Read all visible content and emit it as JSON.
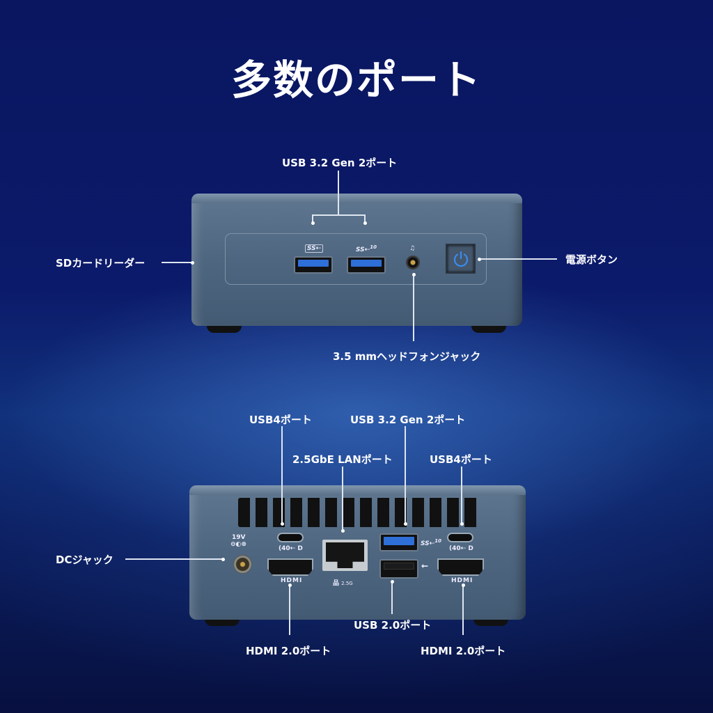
{
  "title": "多数のポート",
  "front": {
    "usb32_label": "USB 3.2 Gen 2ポート",
    "sd_label": "SDカードリーダー",
    "power_label": "電源ボタン",
    "audio_label": "3.5 mmヘッドフォンジャック",
    "usb_mark": "SS",
    "usb_speed": "10"
  },
  "back": {
    "usb4_left_label": "USB4ポート",
    "usb32_label": "USB 3.2 Gen 2ポート",
    "lan_label": "2.5GbE LANポート",
    "usb4_right_label": "USB4ポート",
    "dc_label": "DCジャック",
    "hdmi_left_label": "HDMI 2.0ポート",
    "usb20_label": "USB 2.0ポート",
    "hdmi_right_label": "HDMI 2.0ポート",
    "dc_voltage": "19V",
    "hdmi_mark": "HDMI",
    "lan_speed": "2.5G",
    "usb4_mark": "40",
    "usb_mark": "SS",
    "usb_speed": "10"
  },
  "colors": {
    "background": "#0b1a6a",
    "device": "#4e6680",
    "usb_blue": "#2f6fd8",
    "power_led": "#3a8cf0"
  }
}
